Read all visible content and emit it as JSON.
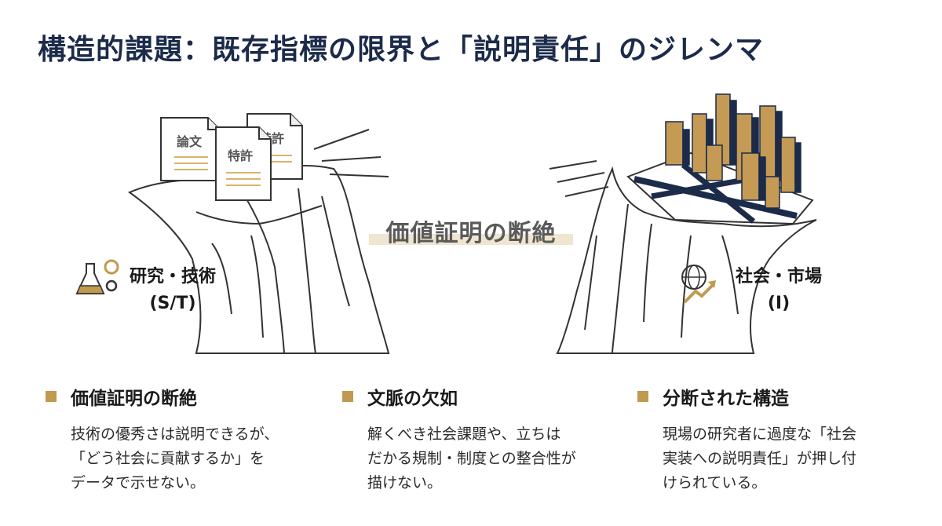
{
  "title": "構造的課題：既存指標の限界と「説明責任」のジレンマ",
  "illustration": {
    "documents": [
      "論文",
      "特許",
      "特許"
    ],
    "gap_label": "価値証明の断絶",
    "left_side": {
      "line1": "研究・技術",
      "line2": "(S/T)",
      "icon": "lab-flask-gear-icon"
    },
    "right_side": {
      "line1": "社会・市場",
      "line2": "(I)",
      "icon": "globe-growth-arrow-icon"
    }
  },
  "columns": [
    {
      "heading": "価値証明の断絶",
      "body": [
        "技術の優秀さは説明できるが、",
        "「どう社会に貢献するか」を",
        "データで示せない。"
      ]
    },
    {
      "heading": "文脈の欠如",
      "body": [
        "解くべき社会課題や、立ちは",
        "だかる規制・制度との整合性が",
        "描けない。"
      ]
    },
    {
      "heading": "分断された構造",
      "body": [
        "現場の研究者に過度な「社会",
        "実装への説明責任」が押し付",
        "けられている。"
      ]
    }
  ],
  "colors": {
    "navy": "#1c2b4a",
    "gold": "#c09a4f",
    "gap_highlight": "#efe5d1"
  }
}
